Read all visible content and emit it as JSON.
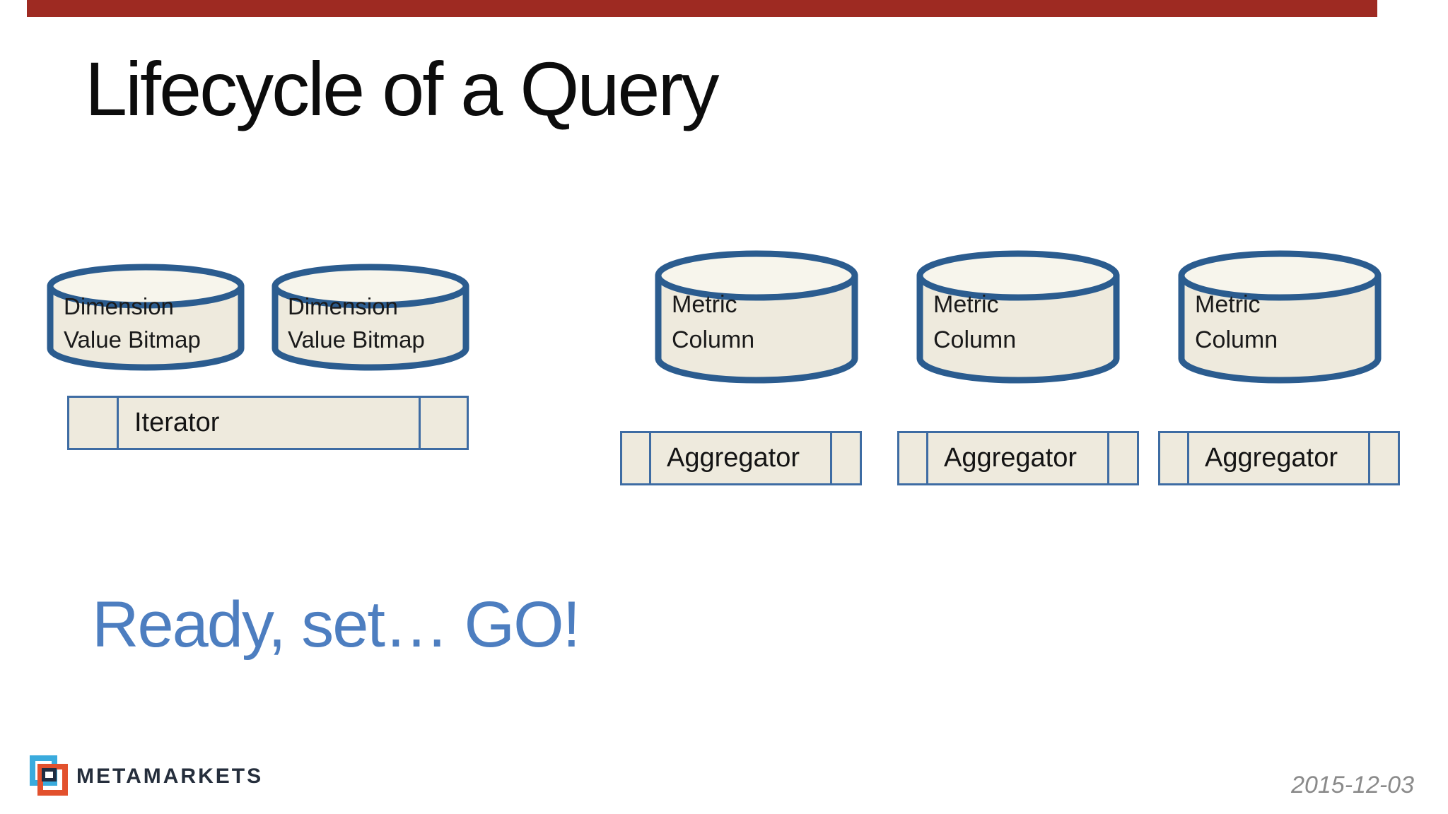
{
  "slide": {
    "title": "Lifecycle of a Query",
    "tagline": "Ready, set… GO!",
    "date": "2015-12-03"
  },
  "diagram": {
    "dimension_cylinders": [
      {
        "line1": "Dimension",
        "line2": "Value Bitmap"
      },
      {
        "line1": "Dimension",
        "line2": "Value Bitmap"
      }
    ],
    "iterator": {
      "label": "Iterator"
    },
    "metric_cylinders": [
      {
        "line1": "Metric",
        "line2": "Column"
      },
      {
        "line1": "Metric",
        "line2": "Column"
      },
      {
        "line1": "Metric",
        "line2": "Column"
      }
    ],
    "aggregators": [
      {
        "label": "Aggregator"
      },
      {
        "label": "Aggregator"
      },
      {
        "label": "Aggregator"
      }
    ]
  },
  "brand": {
    "name": "METAMARKETS"
  },
  "colors": {
    "accent_bar": "#9e2a22",
    "title_text": "#0c0c0c",
    "tagline_text": "#4d7ec0",
    "cylinder_border": "#2b5c8f",
    "shape_fill": "#eeeadd",
    "shape_top_fill": "#f7f5ec",
    "bar_border": "#3e6ca3",
    "logo_blue": "#3aabdd",
    "logo_red": "#e2512d",
    "logo_navy": "#1f2d42",
    "date_text": "#8a8a8a"
  }
}
